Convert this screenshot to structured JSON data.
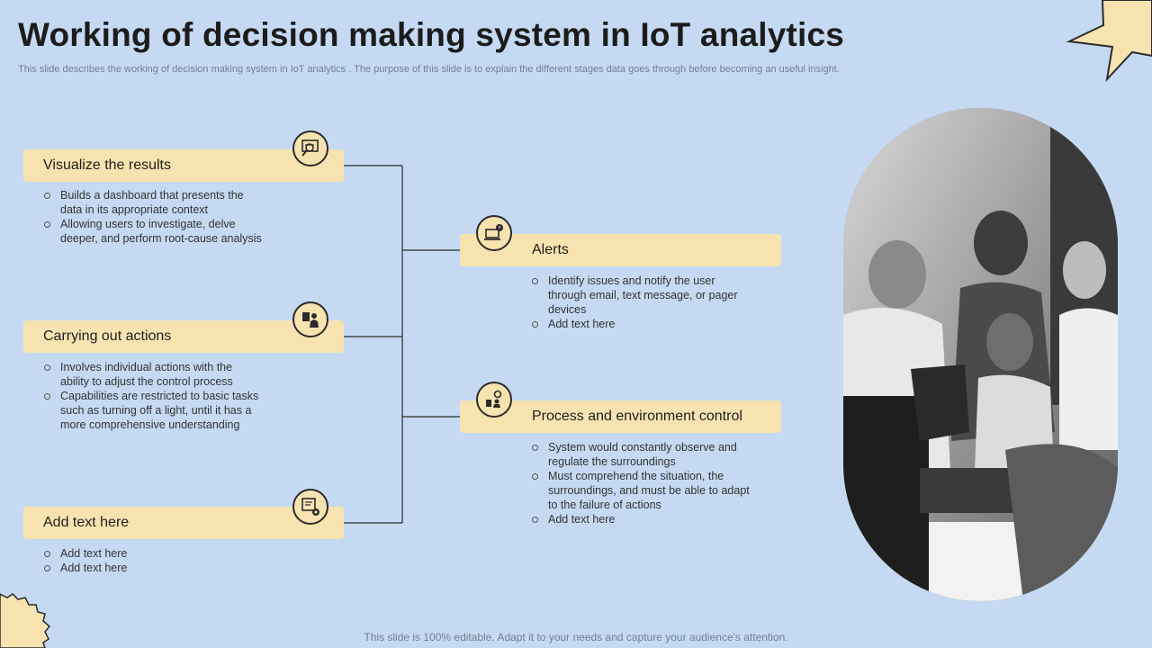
{
  "header": {
    "title": "Working of decision making system in IoT analytics",
    "subtitle": "This slide describes the working of decision making system in IoT analytics . The purpose of this slide is to explain the different stages data goes through before becoming an useful insight."
  },
  "left_steps": [
    {
      "label": "Visualize the results",
      "icon": "dashboard-magnifier-icon",
      "bullets": [
        "Builds a dashboard that presents the data in its appropriate context",
        "Allowing users to investigate, delve deeper, and perform root-cause analysis"
      ]
    },
    {
      "label": "Carrying out actions",
      "icon": "person-with-clipboard-icon",
      "bullets": [
        "Involves individual actions with the ability to adjust the control process",
        "Capabilities are restricted to basic tasks such as turning off a light, until it has a more comprehensive understanding"
      ]
    },
    {
      "label": "Add text here",
      "icon": "monitor-gear-icon",
      "bullets": [
        "Add text here",
        "Add text here"
      ]
    }
  ],
  "right_steps": [
    {
      "label": "Alerts",
      "icon": "laptop-alert-icon",
      "bullets": [
        "Identify issues and notify the user through email, text message, or pager devices",
        "Add text here"
      ]
    },
    {
      "label": "Process  and environment control",
      "icon": "process-control-icon",
      "bullets": [
        "System would constantly observe and regulate the surroundings",
        "Must comprehend the situation, the surroundings, and must be able to adapt to the failure of actions",
        "Add text here"
      ]
    }
  ],
  "footer": {
    "text": "This slide is 100% editable. Adapt it to your needs and capture your audience's attention."
  },
  "colors": {
    "background": "#c5daf2",
    "pill": "#f7e3b0",
    "connector": "#2b2b2b"
  },
  "photo": {
    "description_icon": "team-meeting-photo"
  }
}
